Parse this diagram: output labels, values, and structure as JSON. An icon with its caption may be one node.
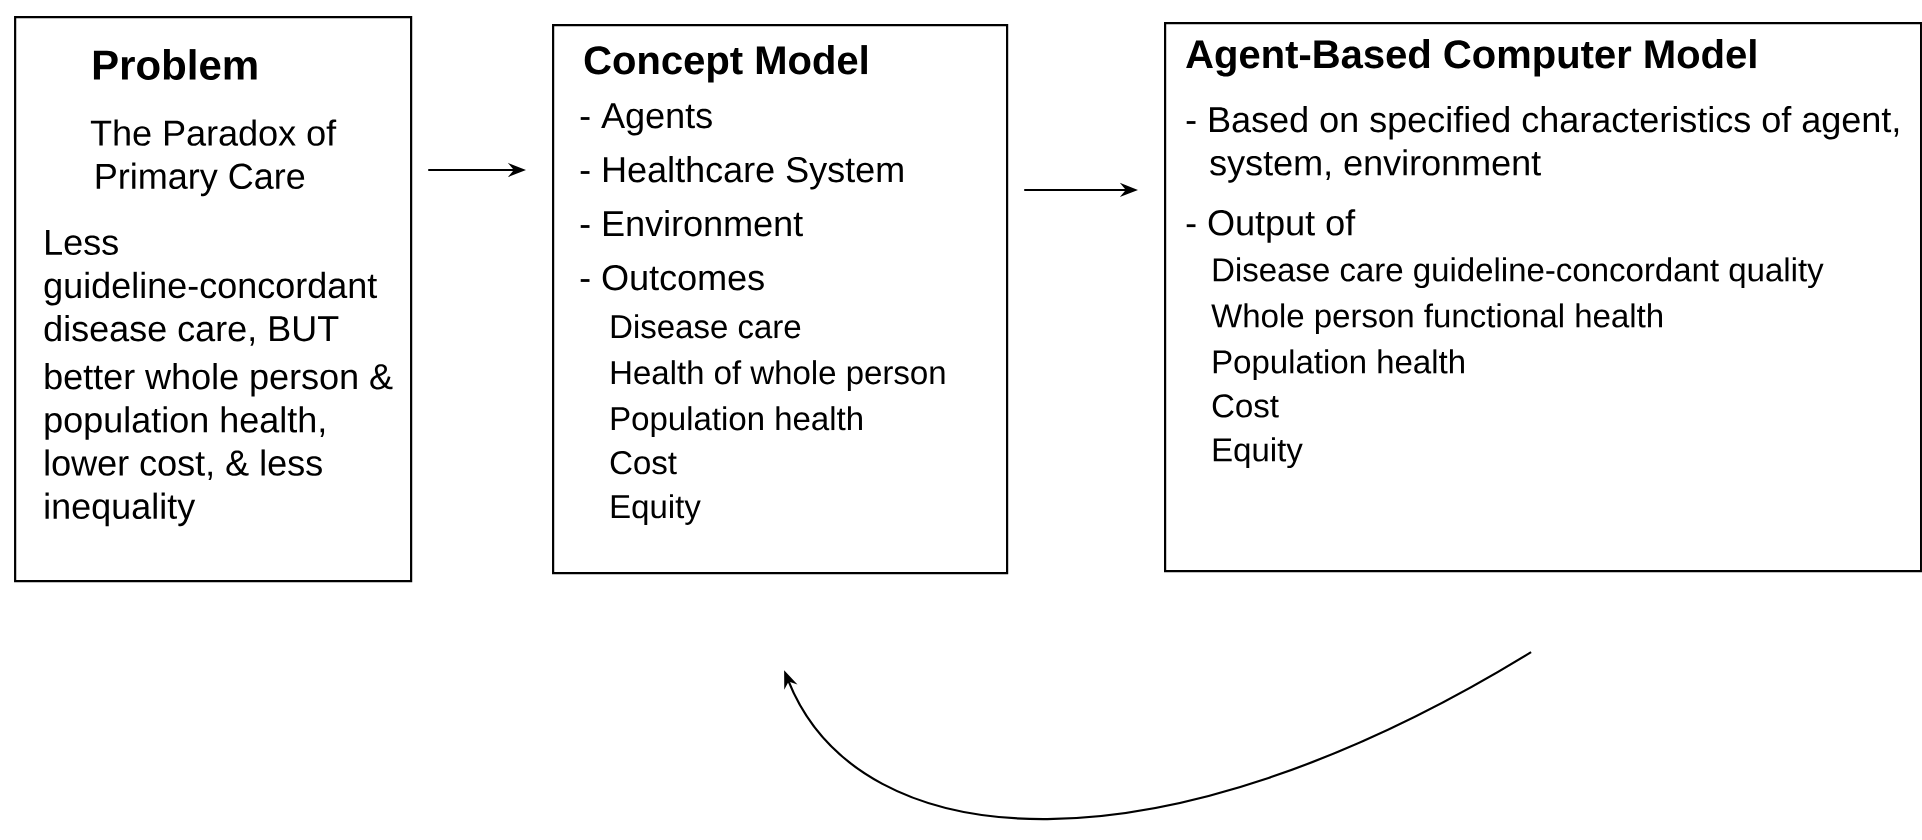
{
  "diagram": {
    "nodes": [
      {
        "text": [
          "Problem",
          "The Paradox of Primary Care",
          "Less guideline-concordant disease care, BUT",
          "better whole person & population health, lower cost, & less inequality"
        ]
      },
      {
        "text": [
          "Concept Model",
          "- Agents",
          "- Healthcare System",
          "- Environment",
          "- Outcomes",
          "Disease care",
          "Health of whole person",
          "Population health",
          "Cost",
          "Equity"
        ]
      },
      {
        "text": [
          "Agent-Based Computer Model",
          "- Based on specified characteristics of agent, system, environment",
          "- Output of",
          "Disease care guideline-concordant quality",
          "Whole person functional health",
          "Population health",
          "Cost",
          "Equity"
        ]
      }
    ],
    "edges": [
      {
        "from": 0,
        "to": 1,
        "arrow": "to"
      },
      {
        "from": 1,
        "to": 2,
        "arrow": "to"
      },
      {
        "from": 2,
        "to": 1,
        "arrow": "to"
      }
    ]
  }
}
